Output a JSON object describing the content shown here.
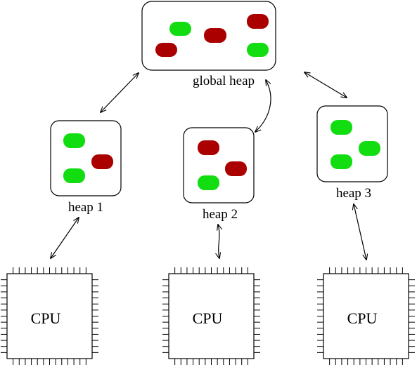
{
  "labels": {
    "global": "global heap",
    "heap1": "heap 1",
    "heap2": "heap 2",
    "heap3": "heap 3",
    "cpu1": "CPU",
    "cpu2": "CPU",
    "cpu3": "CPU"
  },
  "colors": {
    "free_block": "#11dd11",
    "used_block": "#aa0000"
  }
}
